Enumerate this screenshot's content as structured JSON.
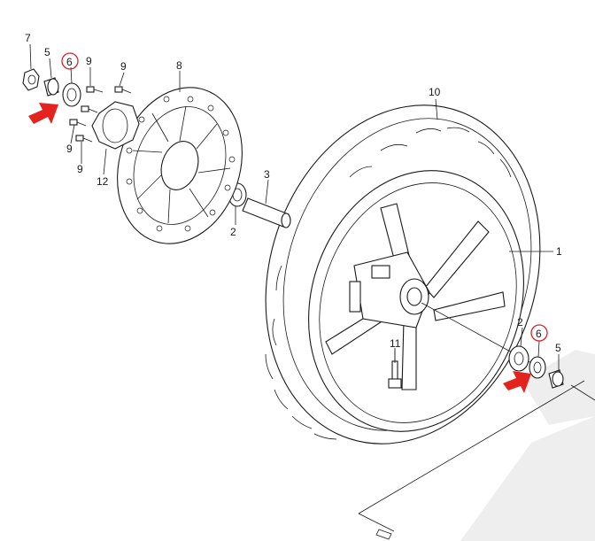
{
  "parts": [
    {
      "id": "p1",
      "number": "1"
    },
    {
      "id": "p2a",
      "number": "2"
    },
    {
      "id": "p2b",
      "number": "2"
    },
    {
      "id": "p3",
      "number": "3"
    },
    {
      "id": "p5a",
      "number": "5"
    },
    {
      "id": "p5b",
      "number": "5"
    },
    {
      "id": "p6a",
      "number": "6",
      "highlight": true
    },
    {
      "id": "p6b",
      "number": "6",
      "highlight": true
    },
    {
      "id": "p7",
      "number": "7"
    },
    {
      "id": "p8",
      "number": "8"
    },
    {
      "id": "p9a",
      "number": "9"
    },
    {
      "id": "p9b",
      "number": "9"
    },
    {
      "id": "p9c",
      "number": "9"
    },
    {
      "id": "p9d",
      "number": "9"
    },
    {
      "id": "p10",
      "number": "10"
    },
    {
      "id": "p11",
      "number": "11"
    },
    {
      "id": "p12",
      "number": "12"
    }
  ],
  "colors": {
    "line": "#1a1a1a",
    "highlight_circle": "#d9232a",
    "arrow": "#e4231f",
    "watermark": "#eeeeee"
  },
  "arrows": [
    {
      "name": "arrow-to-part-6-left",
      "icon": "red-arrow-icon"
    },
    {
      "name": "arrow-to-part-6-right",
      "icon": "red-arrow-icon"
    }
  ]
}
